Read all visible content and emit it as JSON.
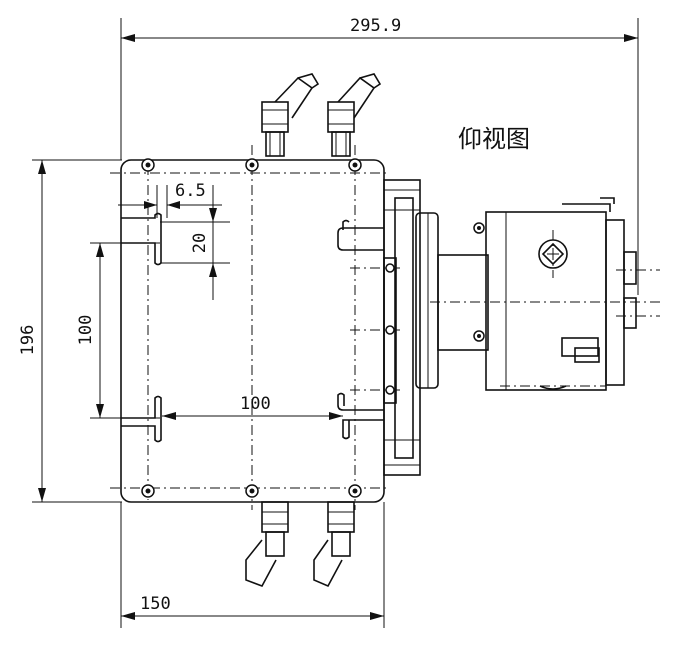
{
  "view_title": "仰视图",
  "dimensions": {
    "overall_length": "295.9",
    "height": "196",
    "slot_spacing_vertical": "100",
    "slot_spacing_horizontal": "100",
    "slot_width": "6.5",
    "slot_depth": "20",
    "base_width": "150"
  }
}
